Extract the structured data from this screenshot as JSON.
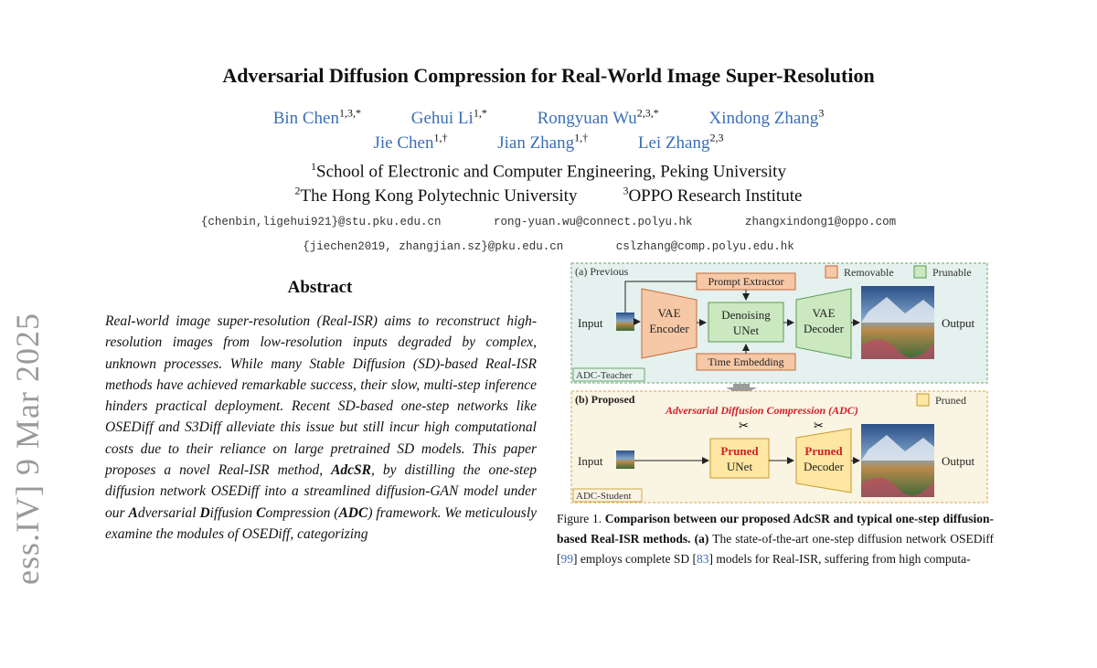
{
  "paper": {
    "title": "Adversarial Diffusion Compression for Real-World Image Super-Resolution",
    "authors_row1": [
      {
        "name": "Bin Chen",
        "sup": "1,3,*"
      },
      {
        "name": "Gehui Li",
        "sup": "1,*"
      },
      {
        "name": "Rongyuan Wu",
        "sup": "2,3,*"
      },
      {
        "name": "Xindong Zhang",
        "sup": "3"
      }
    ],
    "authors_row2": [
      {
        "name": "Jie Chen",
        "sup": "1,†"
      },
      {
        "name": "Jian Zhang",
        "sup": "1,†"
      },
      {
        "name": "Lei Zhang",
        "sup": "2,3"
      }
    ],
    "affil_1": {
      "sup": "1",
      "text": "School of Electronic and Computer Engineering, Peking University"
    },
    "affil_2": {
      "sup": "2",
      "text": "The Hong Kong Polytechnic University"
    },
    "affil_3": {
      "sup": "3",
      "text": "OPPO Research Institute"
    },
    "emails_row1": [
      "{chenbin,ligehui921}@stu.pku.edu.cn",
      "rong-yuan.wu@connect.polyu.hk",
      "zhangxindong1@oppo.com"
    ],
    "emails_row2": [
      "{jiechen2019, zhangjian.sz}@pku.edu.cn",
      "cslzhang@comp.polyu.edu.hk"
    ],
    "arxiv_stamp": "ess.IV]  9 Mar 2025",
    "abstract_heading": "Abstract",
    "abstract_text": "Real-world image super-resolution (Real-ISR) aims to reconstruct high-resolution images from low-resolution inputs degraded by complex, unknown processes. While many Stable Diffusion (SD)-based Real-ISR methods have achieved remarkable success, their slow, multi-step inference hinders practical deployment. Recent SD-based one-step networks like OSEDiff and S3Diff alleviate this issue but still incur high computational costs due to their reliance on large pretrained SD models. This paper proposes a novel Real-ISR method, AdcSR, by distilling the one-step diffusion network OSEDiff into a streamlined diffusion-GAN model under our Adversarial Diffusion Compression (ADC) framework. We meticulously examine the modules of OSEDiff, categorizing",
    "abstract_bold": [
      "AdcSR"
    ],
    "figure": {
      "panel_a_label": "(a) Previous",
      "panel_a_tag": "ADC-Teacher",
      "legend_removable": "Removable",
      "legend_prunable": "Prunable",
      "prompt_extractor": "Prompt Extractor",
      "vae_encoder": [
        "VAE",
        "Encoder"
      ],
      "denoising_unet": [
        "Denoising",
        "UNet"
      ],
      "vae_decoder": [
        "VAE",
        "Decoder"
      ],
      "time_embedding": "Time Embedding",
      "input_label": "Input",
      "output_label": "Output",
      "panel_b_label": "(b) Proposed",
      "panel_b_title": "Adversarial Diffusion Compression (ADC)",
      "panel_b_tag": "ADC-Student",
      "legend_pruned": "Pruned",
      "pruned_unet": [
        "Pruned",
        "UNet"
      ],
      "pruned_decoder": [
        "Pruned",
        "Decoder"
      ],
      "colors": {
        "panel_a_bg": "#e4f1ee",
        "panel_b_bg": "#faf4e2",
        "removable": "#f6c8a6",
        "prunable": "#cbe8c1",
        "pruned": "#fde7a3",
        "accent_red": "#d0202a"
      }
    },
    "caption_prefix": "Figure 1.",
    "caption_bold": "Comparison between our proposed AdcSR and typical one-step diffusion-based Real-ISR methods.",
    "caption_a": "(a)",
    "caption_rest_1": "The state-of-the-art one-step diffusion network OSEDiff [",
    "caption_ref_1": "99",
    "caption_rest_2": "] employs complete SD [",
    "caption_ref_2": "83",
    "caption_rest_3": "] models for Real-ISR, suffering from high computa-"
  }
}
